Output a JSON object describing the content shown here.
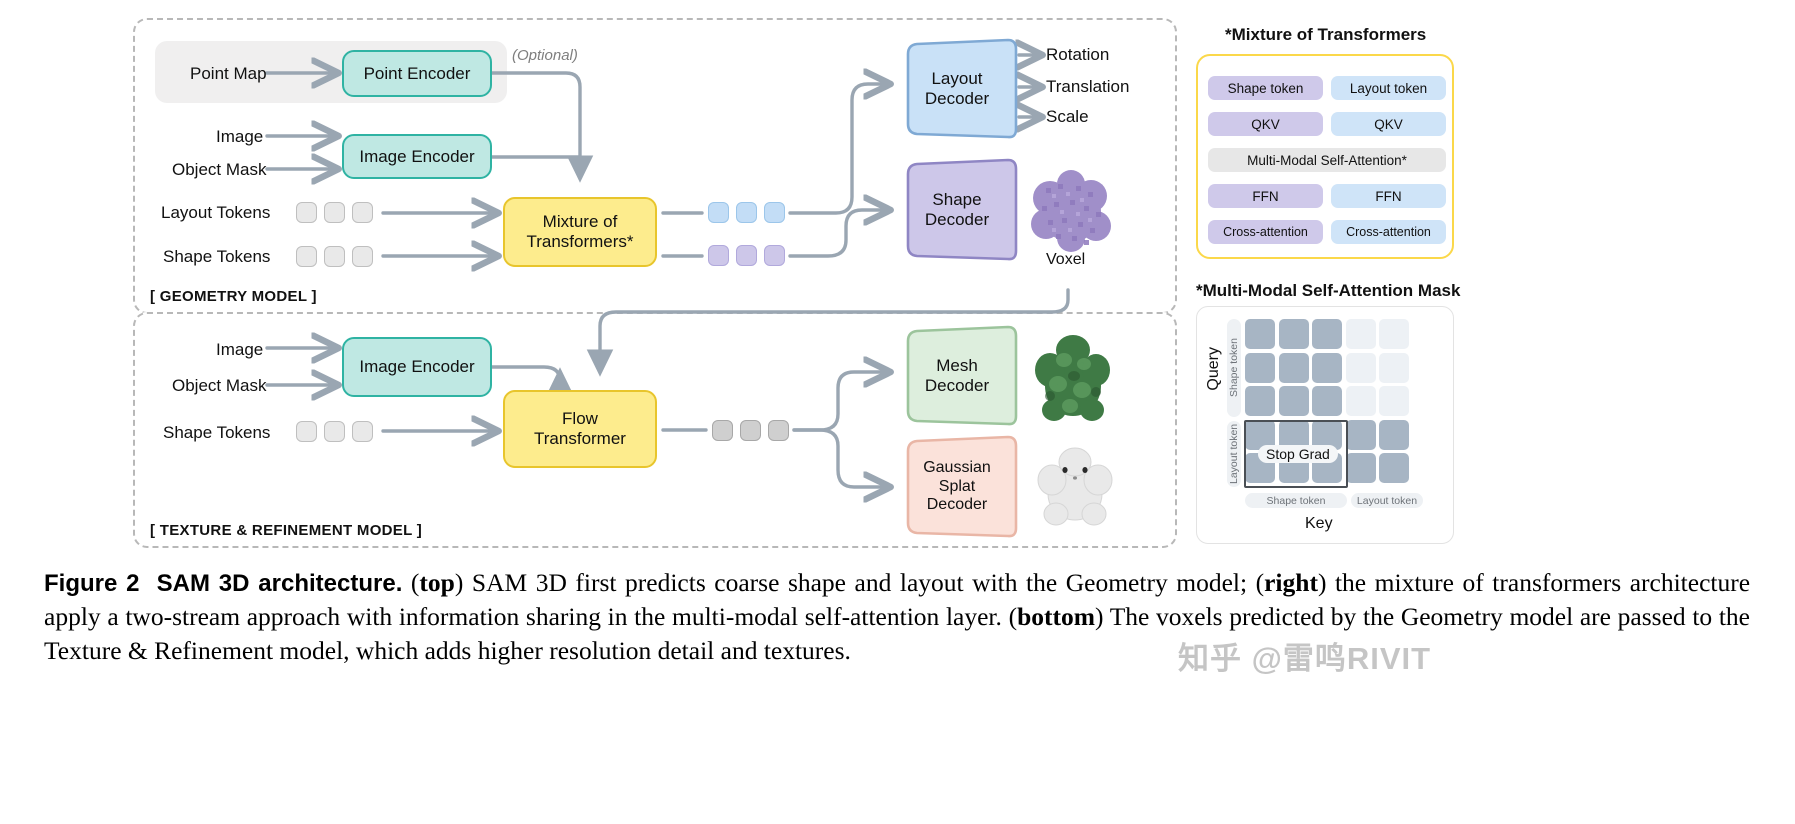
{
  "figure": {
    "panels": {
      "geometry_label": "[ GEOMETRY MODEL ]",
      "texture_label": "[ TEXTURE & REFINEMENT MODEL ]"
    },
    "geometry": {
      "inputs": [
        {
          "label": "Point Map"
        },
        {
          "label": "Image"
        },
        {
          "label": "Object Mask"
        },
        {
          "label": "Layout Tokens"
        },
        {
          "label": "Shape Tokens"
        }
      ],
      "optional_note": "(Optional)",
      "point_encoder": "Point Encoder",
      "image_encoder": "Image Encoder",
      "mixture_line1": "Mixture of",
      "mixture_line2": "Transformers*",
      "layout_decoder_line1": "Layout",
      "layout_decoder_line2": "Decoder",
      "shape_decoder_line1": "Shape",
      "shape_decoder_line2": "Decoder",
      "outputs": [
        "Rotation",
        "Translation",
        "Scale"
      ],
      "voxel_label": "Voxel",
      "token_counts": {
        "layout_in": 3,
        "shape_in": 3,
        "layout_out": 3,
        "shape_out": 3
      }
    },
    "texture": {
      "inputs": [
        {
          "label": "Image"
        },
        {
          "label": "Object Mask"
        },
        {
          "label": "Shape Tokens"
        }
      ],
      "image_encoder": "Image Encoder",
      "flow_line1": "Flow",
      "flow_line2": "Transformer",
      "mesh_decoder_line1": "Mesh",
      "mesh_decoder_line2": "Decoder",
      "gaussian_decoder_line1": "Gaussian",
      "gaussian_decoder_line2": "Splat",
      "gaussian_decoder_line3": "Decoder",
      "token_counts": {
        "flow_in": 3,
        "flow_out": 3
      }
    }
  },
  "mot_legend": {
    "title": "*Mixture of Transformers",
    "rows": [
      {
        "left": "Shape token",
        "right": "Layout token",
        "full": null
      },
      {
        "left": "QKV",
        "right": "QKV",
        "full": null
      },
      {
        "left": null,
        "right": null,
        "full": "Multi-Modal Self-Attention*"
      },
      {
        "left": "FFN",
        "right": "FFN",
        "full": null
      },
      {
        "left": "Cross-attention",
        "right": "Cross-attention",
        "full": null
      }
    ]
  },
  "mask": {
    "title": "*Multi-Modal Self-Attention Mask",
    "query_axis_label": "Query",
    "key_axis_label": "Key",
    "row_groups": [
      "Shape token",
      "Layout token"
    ],
    "col_groups": [
      "Shape token",
      "Layout token"
    ],
    "stop_grad_label": "Stop Grad",
    "grid": [
      [
        1,
        1,
        1,
        0,
        0
      ],
      [
        1,
        1,
        1,
        0,
        0
      ],
      [
        1,
        1,
        1,
        0,
        0
      ],
      [
        1,
        1,
        1,
        1,
        1
      ],
      [
        1,
        1,
        1,
        1,
        1
      ]
    ],
    "stop_grad_region": {
      "row_start": 3,
      "row_end": 4,
      "col_start": 0,
      "col_end": 2
    }
  },
  "caption": {
    "fig_no": "Figure 2",
    "fig_title": "SAM 3D architecture.",
    "t1": "(",
    "b1": "top",
    "t2": ") SAM 3D first predicts coarse shape and layout with the Geometry model; (",
    "b2": "right",
    "t3": ") the mixture of transformers architecture apply a two-stream approach with information sharing in the multi-modal self-attention layer. (",
    "b3": "bottom",
    "t4": ") The voxels predicted by the Geometry model are passed to the Texture & Refinement model, which adds higher resolution detail and textures."
  },
  "watermark": {
    "text": "知乎 @雷鸣RIVIT"
  },
  "colors": {
    "encoder_fill": "#bfe8e3",
    "encoder_stroke": "#2fb3a3",
    "transformer_fill": "#fdec8d",
    "transformer_stroke": "#e8c52c",
    "layout_fill": "#c9e1f7",
    "layout_stroke": "#7fa9d4",
    "shape_fill": "#cdc7e9",
    "shape_stroke": "#8f86c4",
    "mesh_fill": "#ddeedd",
    "mesh_stroke": "#9cc49c",
    "gaussian_fill": "#fbe2da",
    "gaussian_stroke": "#e9b6a6",
    "wire": "#9aa6b2",
    "mask_on": "#a7b5c4",
    "mask_off": "#edf1f5",
    "legend_border": "#fbd84a"
  }
}
